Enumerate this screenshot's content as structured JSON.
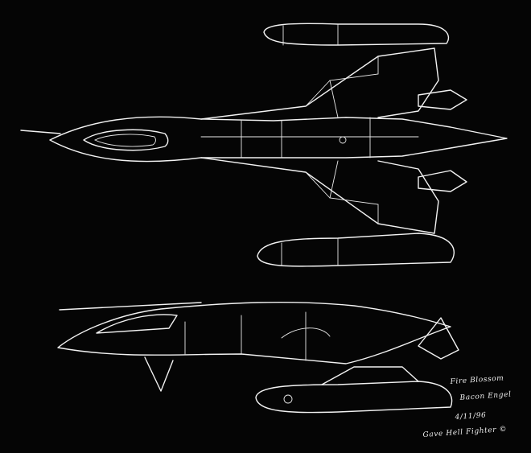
{
  "annotations": {
    "line1": "Fire Blossom",
    "line2": "Bacon Engel",
    "date": "4/11/96",
    "signature": "Gave Hell Fighter ©"
  },
  "colors": {
    "background": "#050505",
    "ink": "#f2f2f2"
  }
}
